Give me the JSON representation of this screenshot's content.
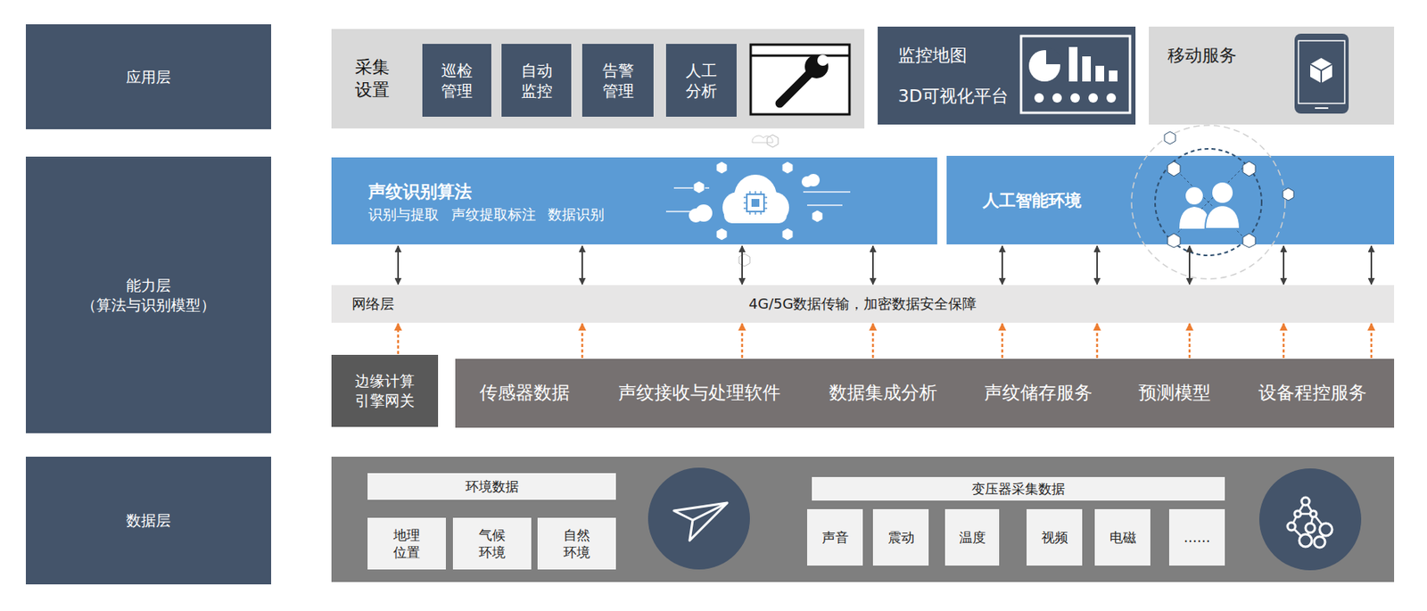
{
  "diagram": {
    "nodes": [
      {
        "text": [
          "应用层"
        ]
      },
      {
        "text": [
          "采集 设置"
        ]
      },
      {
        "text": [
          "巡检 管理"
        ],
        "in": 1
      },
      {
        "text": [
          "自动 监控"
        ],
        "in": 1
      },
      {
        "text": [
          "告警 管理"
        ],
        "in": 1
      },
      {
        "text": [
          "人工 分析"
        ],
        "in": 1
      },
      {
        "text": [
          "监控地图",
          "3D可视化平台"
        ]
      },
      {
        "text": [
          "移动服务"
        ]
      },
      {
        "text": [
          "能力层 （算法与识别模型）"
        ]
      },
      {
        "text": [
          "声纹识别算法",
          "识别与提取 声纹提取标注 数据识别"
        ]
      },
      {
        "text": [
          "人工智能环境"
        ]
      },
      {
        "text": [
          "网络层",
          "4G/5G数据传输，加密数据安全保障"
        ]
      },
      {
        "text": [
          "边缘计算 引擎网关"
        ]
      },
      {
        "text": [
          "传感器数据"
        ]
      },
      {
        "text": [
          "声纹接收与处理软件"
        ]
      },
      {
        "text": [
          "数据集成分析"
        ]
      },
      {
        "text": [
          "声纹储存服务"
        ]
      },
      {
        "text": [
          "预测模型"
        ]
      },
      {
        "text": [
          "设备程控服务"
        ]
      },
      {
        "text": [
          "数据层"
        ]
      },
      {
        "text": [
          "环境数据"
        ]
      },
      {
        "text": [
          "地理 位置"
        ]
      },
      {
        "text": [
          "气候 环境"
        ]
      },
      {
        "text": [
          "自然 环境"
        ]
      },
      {
        "text": [
          "变压器采集数据"
        ]
      },
      {
        "text": [
          "声音"
        ]
      },
      {
        "text": [
          "震动"
        ]
      },
      {
        "text": [
          "温度"
        ]
      },
      {
        "text": [
          "视频"
        ]
      },
      {
        "text": [
          "电磁"
        ]
      },
      {
        "text": [
          "……"
        ]
      }
    ],
    "edges": [
      {
        "from": 9,
        "to": 11,
        "arrow": "both"
      },
      {
        "from": 9,
        "to": 11,
        "arrow": "both"
      },
      {
        "from": 9,
        "to": 11,
        "arrow": "both"
      },
      {
        "from": 9,
        "to": 11,
        "arrow": "both"
      },
      {
        "from": 10,
        "to": 11,
        "arrow": "both"
      },
      {
        "from": 10,
        "to": 11,
        "arrow": "both"
      },
      {
        "from": 10,
        "to": 11,
        "arrow": "both"
      },
      {
        "from": 10,
        "to": 11,
        "arrow": "both"
      },
      {
        "from": 10,
        "to": 11,
        "arrow": "both"
      },
      {
        "from": 12,
        "to": 11,
        "arrow": "to"
      },
      {
        "from": 13,
        "to": 11,
        "arrow": "to"
      },
      {
        "from": 14,
        "to": 11,
        "arrow": "to"
      },
      {
        "from": 15,
        "to": 11,
        "arrow": "to"
      },
      {
        "from": 16,
        "to": 11,
        "arrow": "to"
      },
      {
        "from": 16,
        "to": 11,
        "arrow": "to"
      },
      {
        "from": 17,
        "to": 11,
        "arrow": "to"
      },
      {
        "from": 18,
        "to": 11,
        "arrow": "to"
      },
      {
        "from": 18,
        "to": 11,
        "arrow": "to"
      }
    ]
  }
}
